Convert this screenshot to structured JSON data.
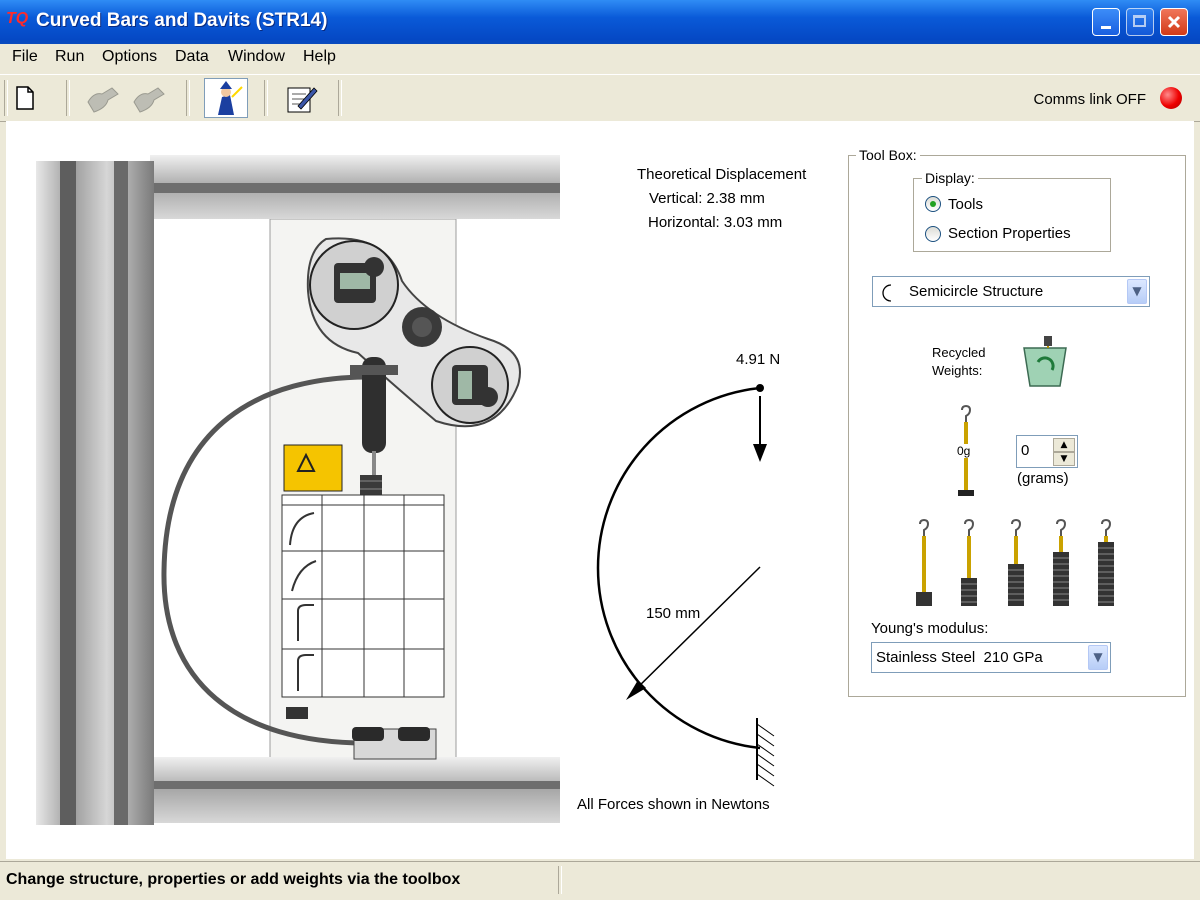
{
  "window": {
    "logo": "TQ",
    "title": "Curved Bars and Davits (STR14)"
  },
  "menu": [
    "File",
    "Run",
    "Options",
    "Data",
    "Window",
    "Help"
  ],
  "toolbar": {
    "comms_label": "Comms link OFF"
  },
  "displacement": {
    "heading": "Theoretical Displacement",
    "vertical": "Vertical: 2.38 mm",
    "horizontal": "Horizontal: 3.03 mm"
  },
  "diagram": {
    "force_label": "4.91 N",
    "radius_label": "150 mm",
    "caption": "All Forces shown in Newtons"
  },
  "toolbox": {
    "legend": "Tool Box:",
    "display": {
      "legend": "Display:",
      "options": [
        "Tools",
        "Section Properties"
      ],
      "selected": "Tools"
    },
    "structure_select": "Semicircle Structure",
    "recycled_label_1": "Recycled",
    "recycled_label_2": "Weights:",
    "hanger_label": "0g",
    "weight_value": "0",
    "weight_unit": "(grams)",
    "youngs_label": "Young's modulus:",
    "material_select": "Stainless Steel  210 GPa"
  },
  "status": {
    "text": "Change structure, properties or add weights via the toolbox"
  },
  "colors": {
    "title_bar": "#0a5ad8",
    "led": "#e00000",
    "radio_dot": "#21a121"
  }
}
